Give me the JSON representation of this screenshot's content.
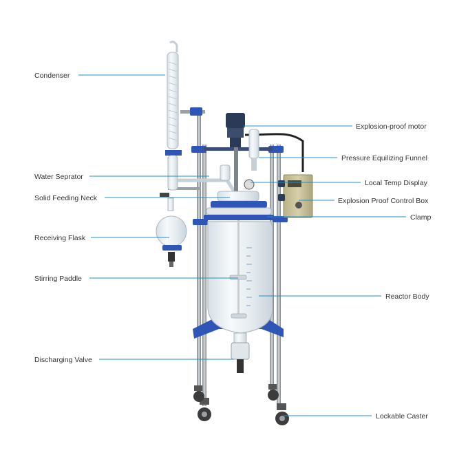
{
  "colors": {
    "leader": "#1f8fc9",
    "frame_blue": "#2f55b7",
    "steel": "#9aa0a6",
    "glass": "#e8eef2",
    "control_box": "#c9c19a",
    "motor": "#2b3a55"
  },
  "labels": {
    "condenser": "Condenser",
    "water_separator": "Water Seprator",
    "solid_feeding_neck": "Solid Feeding Neck",
    "receiving_flask": "Receiving Flask",
    "stirring_paddle": "Stirring Paddle",
    "discharging_valve": "Discharging Valve",
    "explosion_proof_motor": "Explosion-proof motor",
    "pressure_equalizing_funnel": "Pressure Equilizing Funnel",
    "local_temp_display": "Local Temp Display",
    "explosion_proof_control_box": "Explosion Proof Control Box",
    "clamp": "Clamp",
    "reactor_body": "Reactor Body",
    "lockable_caster": "Lockable Caster"
  }
}
